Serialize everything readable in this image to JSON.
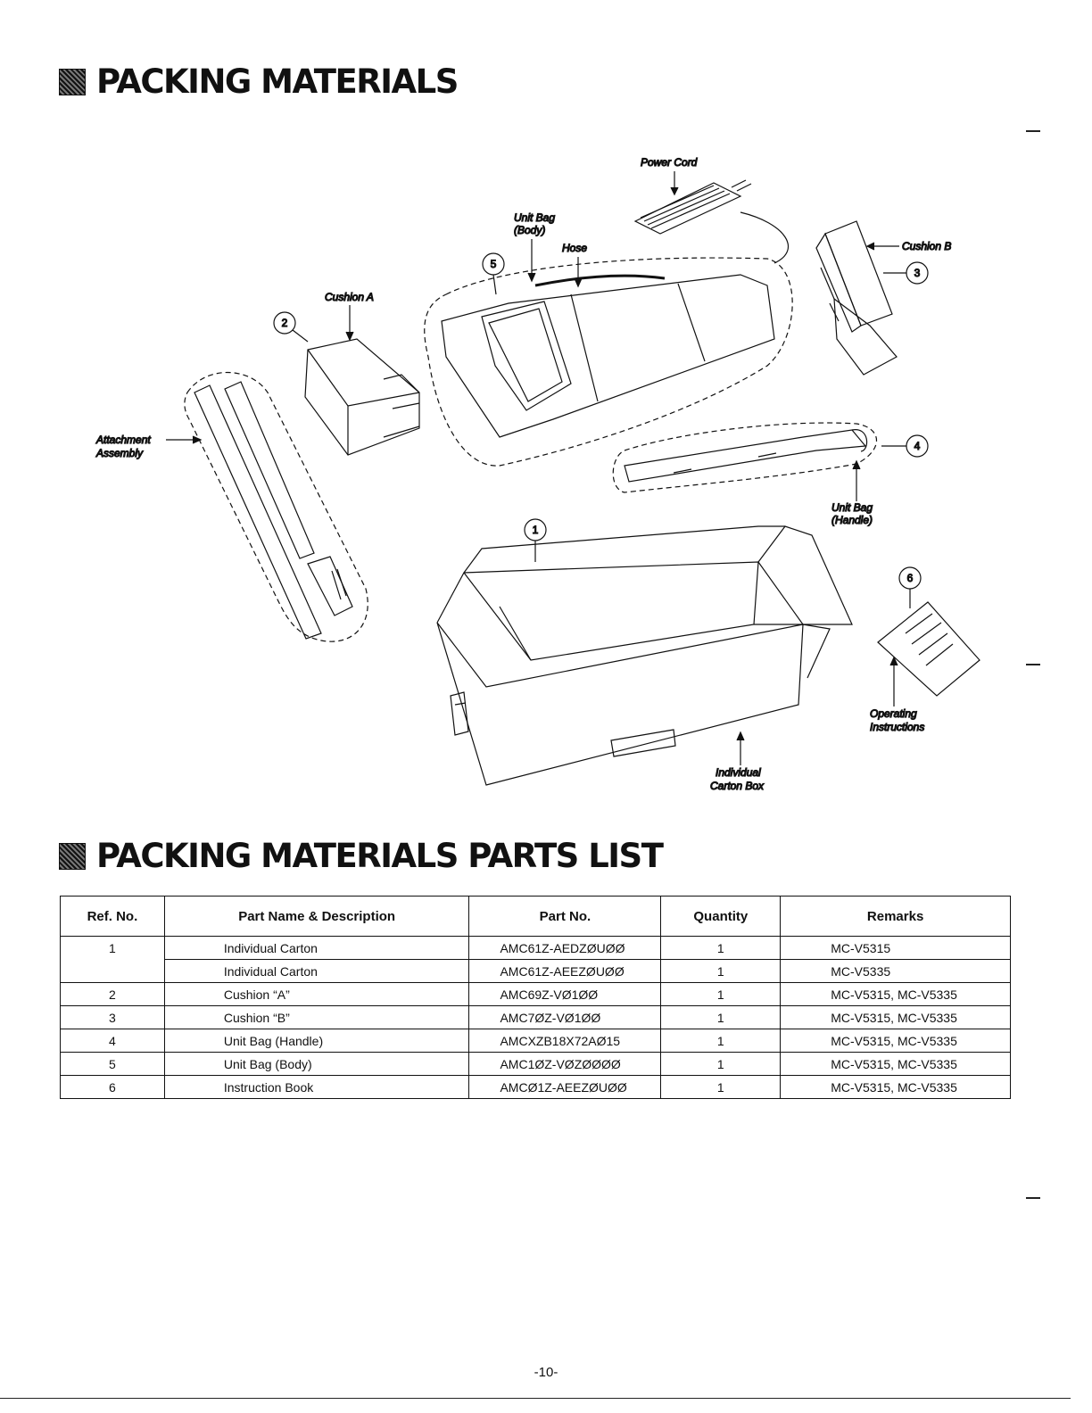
{
  "headings": {
    "section1": "PACKING MATERIALS",
    "section2": "PACKING MATERIALS PARTS LIST"
  },
  "diagram": {
    "labels": {
      "power_cord": "Power Cord",
      "unit_bag_body_1": "Unit Bag",
      "unit_bag_body_2": "(Body)",
      "hose": "Hose",
      "cushion_b": "Cushion B",
      "cushion_a": "Cushion A",
      "attachment_1": "Attachment",
      "attachment_2": "Assembly",
      "unit_bag_handle_1": "Unit Bag",
      "unit_bag_handle_2": "(Handle)",
      "operating_1": "Operating",
      "operating_2": "Instructions",
      "carton_1": "Individual",
      "carton_2": "Carton Box"
    },
    "callouts": [
      "1",
      "2",
      "3",
      "4",
      "5",
      "6"
    ]
  },
  "table": {
    "headers": {
      "ref": "Ref. No.",
      "name": "Part Name & Description",
      "part": "Part No.",
      "qty": "Quantity",
      "remarks": "Remarks"
    },
    "rows": [
      {
        "ref": "1",
        "name": "Individual Carton",
        "part": "AMC61Z-AEDZØUØØ",
        "qty": "1",
        "remarks": "MC-V5315"
      },
      {
        "ref": "",
        "name": "Individual Carton",
        "part": "AMC61Z-AEEZØUØØ",
        "qty": "1",
        "remarks": "MC-V5335"
      },
      {
        "ref": "2",
        "name": "Cushion “A”",
        "part": "AMC69Z-VØ1ØØ",
        "qty": "1",
        "remarks": "MC-V5315, MC-V5335"
      },
      {
        "ref": "3",
        "name": "Cushion “B”",
        "part": "AMC7ØZ-VØ1ØØ",
        "qty": "1",
        "remarks": "MC-V5315, MC-V5335"
      },
      {
        "ref": "4",
        "name": "Unit Bag (Handle)",
        "part": "AMCXZB18X72AØ15",
        "qty": "1",
        "remarks": "MC-V5315, MC-V5335"
      },
      {
        "ref": "5",
        "name": "Unit Bag (Body)",
        "part": "AMC1ØZ-VØZØØØØ",
        "qty": "1",
        "remarks": "MC-V5315, MC-V5335"
      },
      {
        "ref": "6",
        "name": "Instruction Book",
        "part": "AMCØ1Z-AEEZØUØØ",
        "qty": "1",
        "remarks": "MC-V5315, MC-V5335"
      }
    ]
  },
  "page_number": "-10-"
}
